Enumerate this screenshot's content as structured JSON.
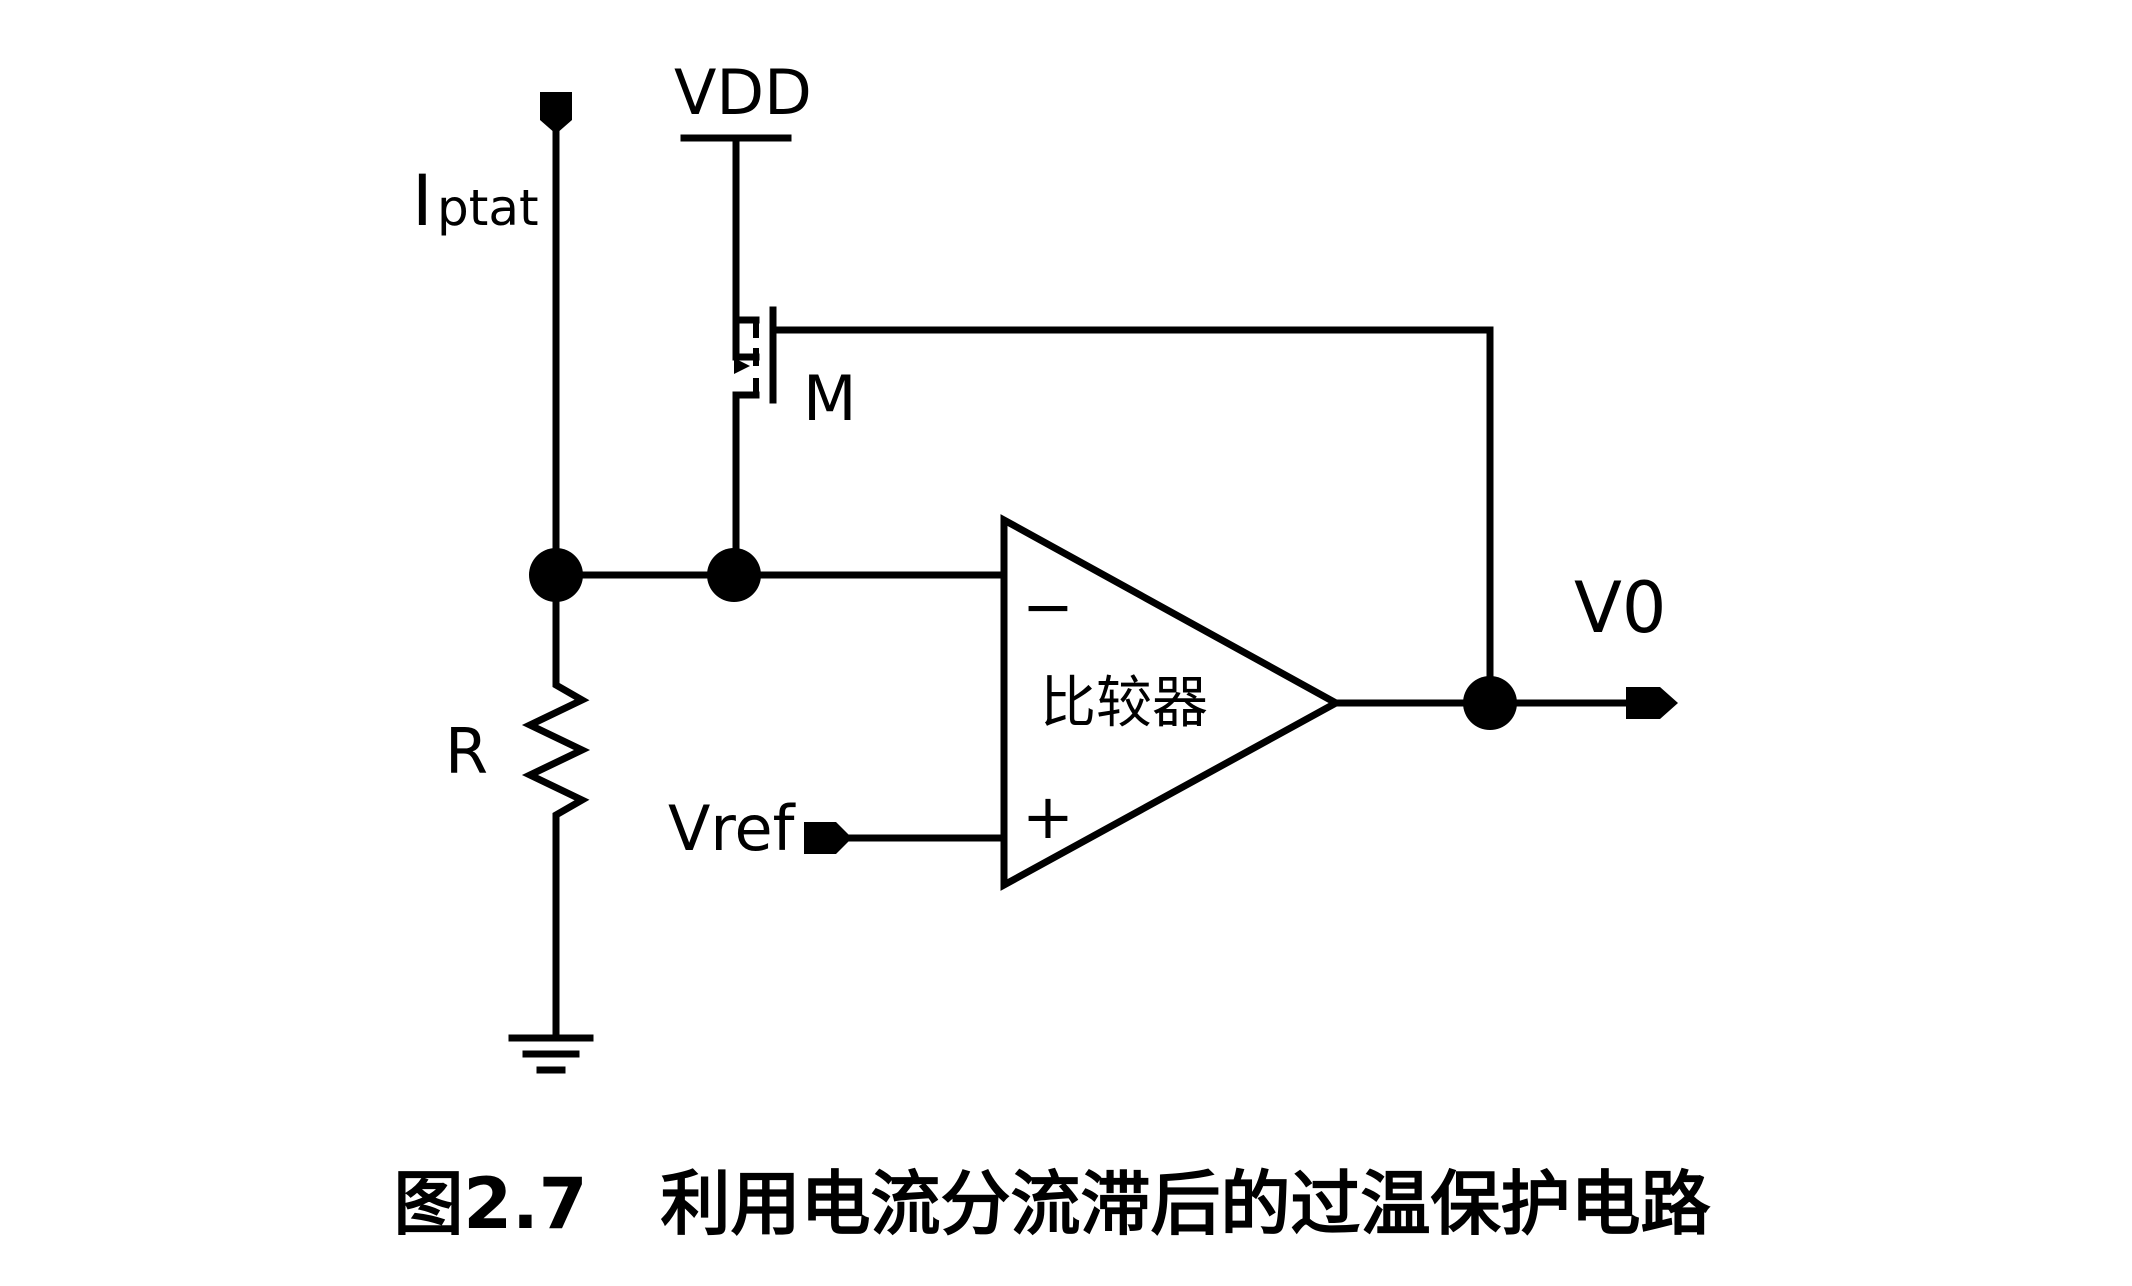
{
  "labels": {
    "iptat_main": "I",
    "iptat_sub": "ptat",
    "vdd": "VDD",
    "transistor": "M",
    "resistor": "R",
    "vref": "Vref",
    "output": "V0",
    "comparator": "比较器",
    "minus": "−",
    "plus": "+"
  },
  "caption": "图2.7   利用电流分流滞后的过温保护电路"
}
